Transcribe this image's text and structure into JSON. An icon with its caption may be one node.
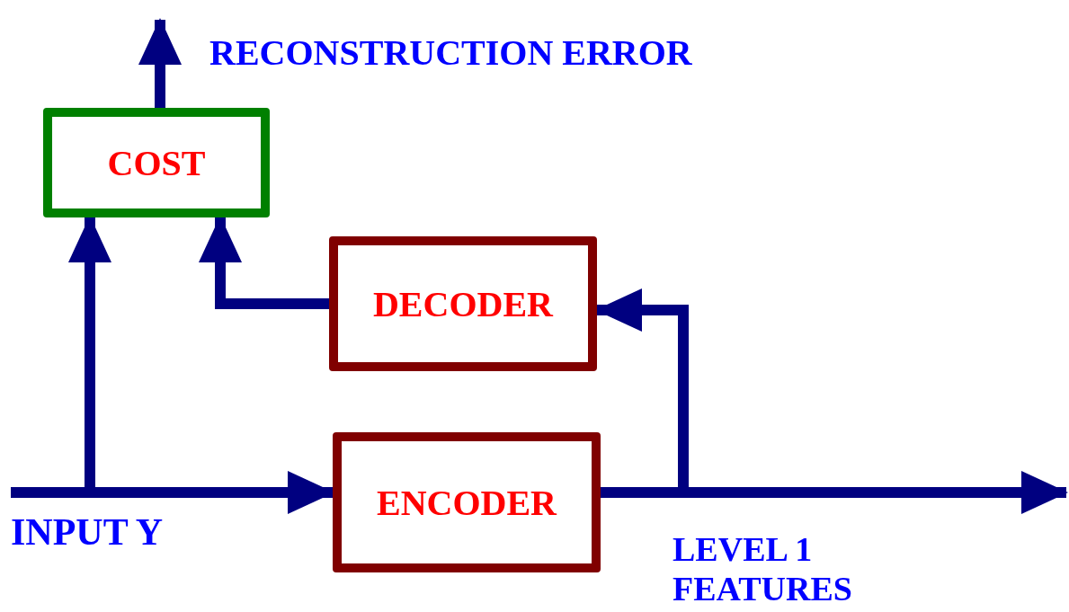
{
  "diagram": {
    "nodes": [
      {
        "text": [
          "COST"
        ]
      },
      {
        "text": [
          "DECODER"
        ]
      },
      {
        "text": [
          "ENCODER"
        ]
      }
    ],
    "edges": [
      {
        "from": null,
        "to": 2,
        "arrow": "to"
      },
      {
        "from": null,
        "to": 0,
        "arrow": "to"
      },
      {
        "from": 2,
        "to": null,
        "arrow": "to"
      },
      {
        "from": 2,
        "to": 1,
        "arrow": "to"
      },
      {
        "from": 1,
        "to": 0,
        "arrow": "to"
      },
      {
        "from": 0,
        "to": null,
        "arrow": "to"
      }
    ],
    "labels": [
      "RECONSTRUCTION ERROR",
      "INPUT Y",
      "LEVEL 1 FEATURES"
    ]
  }
}
